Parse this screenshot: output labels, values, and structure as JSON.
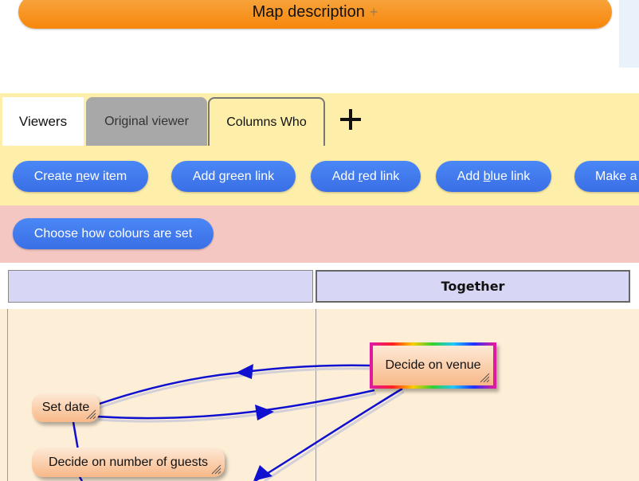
{
  "map_description": {
    "label": "Map description",
    "expand_symbol": "+"
  },
  "tabs": [
    {
      "label": "Viewers"
    },
    {
      "label": "Original viewer"
    },
    {
      "label": "Columns Who"
    }
  ],
  "add_tab_icon": "plus-icon",
  "toolbar": {
    "create": {
      "pre": "Create ",
      "key": "n",
      "post": "ew item"
    },
    "green": {
      "label": "Add green link"
    },
    "red": {
      "pre": "Add ",
      "key": "r",
      "post": "ed link"
    },
    "blue": {
      "pre": "Add ",
      "key": "b",
      "post": "lue link"
    },
    "make": {
      "label": "Make a"
    }
  },
  "colour_button": {
    "label": "Choose how colours are set"
  },
  "columns": [
    {
      "label": ""
    },
    {
      "label": "Together"
    }
  ],
  "nodes": {
    "set_date": "Set date",
    "guests": "Decide on number of guests",
    "venue": "Decide on venue"
  },
  "colors": {
    "map_description_bar": "#f7931e",
    "tab_bar": "#fdeeaa",
    "colour_bar": "#f5c7c2",
    "button": "#3f7bf0",
    "column_header": "#d7d6f5",
    "map_background": "#fdeed7",
    "link_color": "#1010d0",
    "node": "#f8b888"
  }
}
